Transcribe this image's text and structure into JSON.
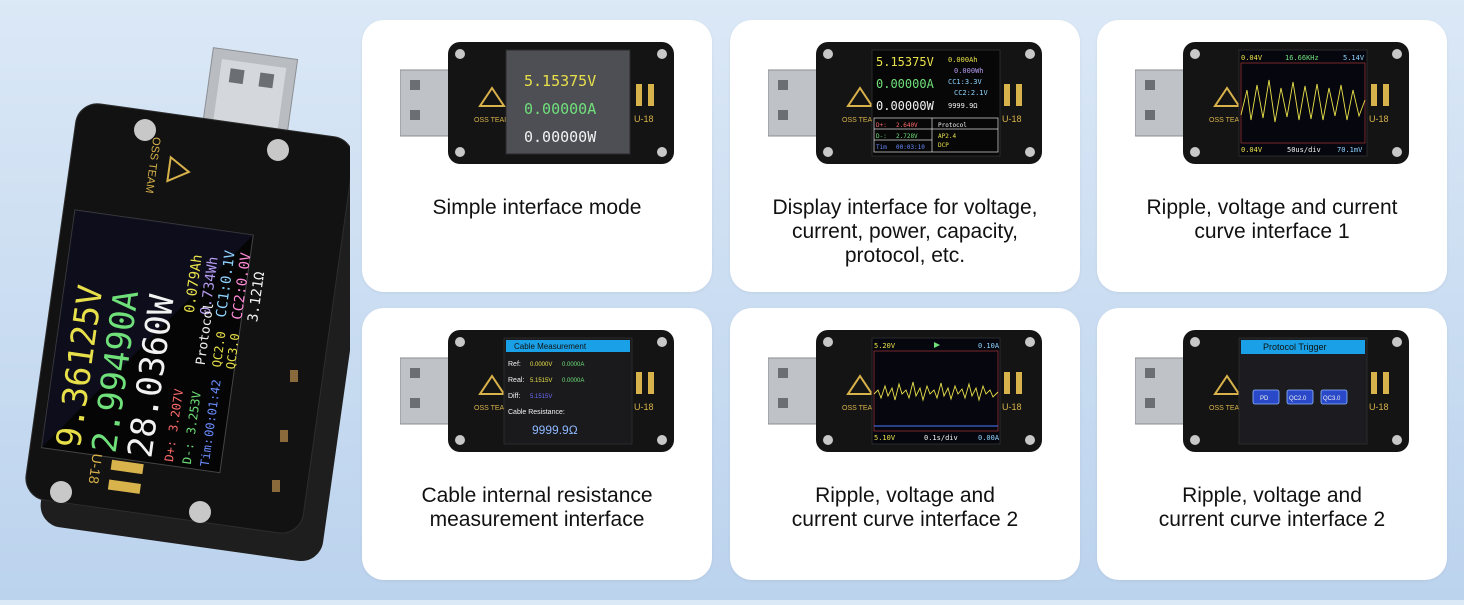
{
  "hero": {
    "brand": "OSS TEAM",
    "model": "U-18",
    "voltage": "9.36125V",
    "current": "2.99490A",
    "power": "28.0360W",
    "capacity": "0.079Ah",
    "energy": "0.734Wh",
    "cc1": "CC1:0.1V",
    "cc2": "CC2:0.0V",
    "resistance": "3.121Ω",
    "protocol_title": "Protocol",
    "qc2": "QC2.0",
    "qc3": "QC3.0",
    "dplus_label": "D+:",
    "dplus_val": "3.207V",
    "dminus_label": "D-:",
    "dminus_val": "3.253V",
    "time_label": "Tim:",
    "time_val": "00:01:42"
  },
  "cards": [
    {
      "caption": [
        "Simple interface mode"
      ],
      "screen": {
        "voltage": "5.15375V",
        "current": "0.00000A",
        "power": "0.00000W"
      }
    },
    {
      "caption": [
        "Display interface for voltage,",
        "current, power, capacity,",
        "protocol, etc."
      ],
      "screen": {
        "voltage": "5.15375V",
        "current": "0.00000A",
        "power": "0.00000W",
        "capacity": "0.000Ah",
        "energy": "0.000Wh",
        "cc1": "CC1:3.3V",
        "cc2": "CC2:2.1V",
        "resistance": "9999.9Ω",
        "dplus": "D+:",
        "dplus_val": "2.640V",
        "dminus": "D-:",
        "dminus_val": "2.728V",
        "time": "Tim",
        "time_val": "00:03:10",
        "protocol": "Protocol",
        "ap": "AP2.4",
        "dcp": "DCP"
      }
    },
    {
      "caption": [
        "Ripple, voltage and current",
        "curve interface 1"
      ],
      "screen": {
        "top_left": "0.04V",
        "top_mid": "16.66KHz",
        "top_right": "5.14V",
        "bottom_left": "0.04V",
        "bottom_mid": "50us/div",
        "bottom_right": "70.1mV"
      }
    },
    {
      "caption": [
        "Cable internal resistance",
        "measurement interface"
      ],
      "screen": {
        "title": "Cable Measurement",
        "ref_label": "Ref:",
        "ref_v": "0.0000V",
        "ref_a": "0.0000A",
        "real_label": "Real:",
        "real_v": "5.1515V",
        "real_a": "0.0000A",
        "diff_label": "Diff:",
        "diff_v": "5.1515V",
        "res_label": "Cable Resistance:",
        "res_val": "9999.9Ω"
      }
    },
    {
      "caption": [
        "Ripple, voltage and",
        "current curve interface 2"
      ],
      "screen": {
        "top_left": "5.20V",
        "top_right": "0.10A",
        "bottom_left": "5.10V",
        "bottom_mid": "0.1s/div",
        "bottom_right": "0.00A"
      }
    },
    {
      "caption": [
        "Ripple, voltage and",
        "current curve interface 2"
      ],
      "screen": {
        "title": "Protocol Trigger",
        "btn1": "PD",
        "btn2": "QC2.0",
        "btn3": "QC3.0"
      }
    }
  ],
  "device": {
    "brand": "OSS TEAM",
    "model": "U-18"
  },
  "colors": {
    "yellow": "#e8e04a",
    "green": "#6fe07a",
    "white": "#f2f2f2",
    "blue_title": "#1aa0e6",
    "device_body": "#151515"
  }
}
